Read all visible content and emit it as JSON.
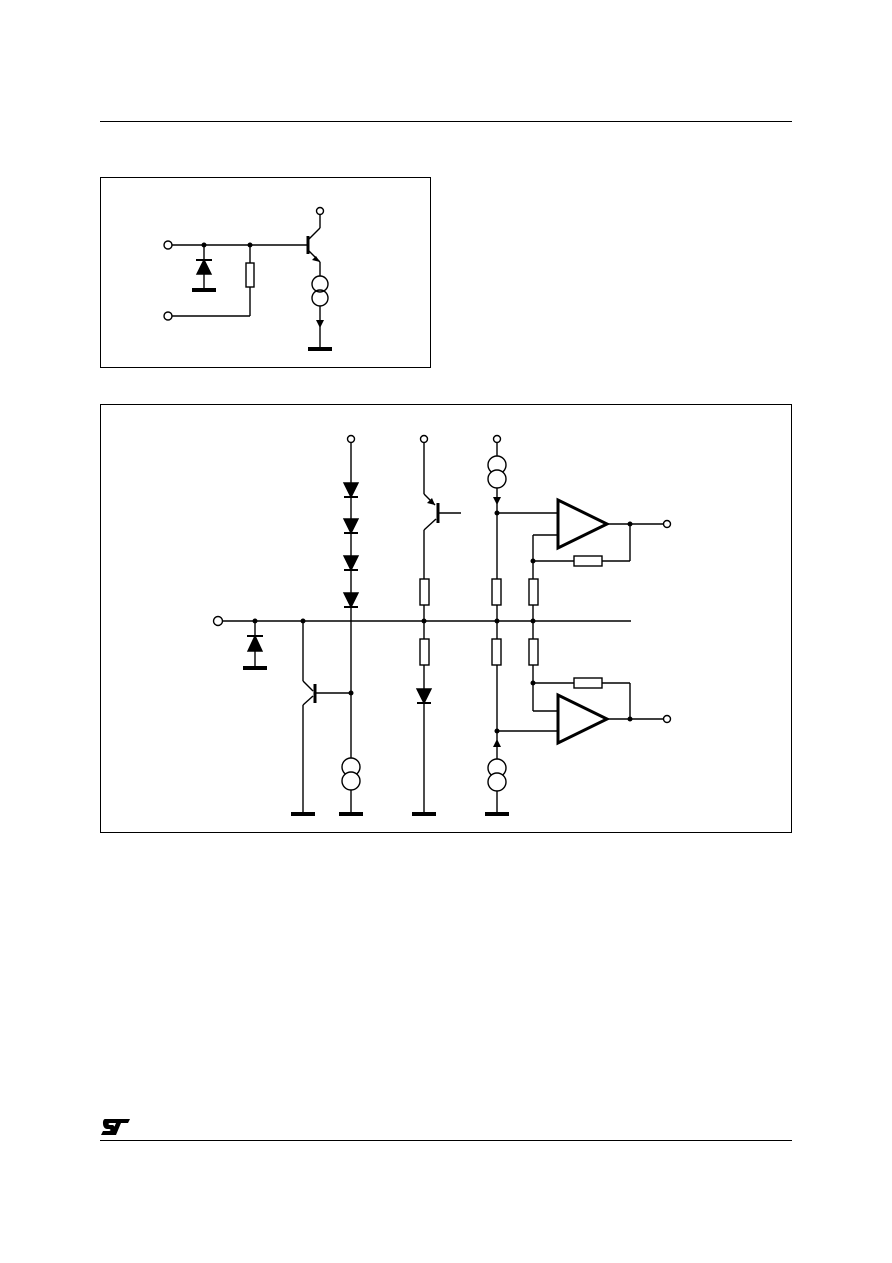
{
  "page": {
    "brand_logo_text": "ST"
  },
  "figures": [
    {
      "id": "simple-input-circuit",
      "labels": []
    },
    {
      "id": "dual-comparator-circuit",
      "labels": []
    }
  ]
}
